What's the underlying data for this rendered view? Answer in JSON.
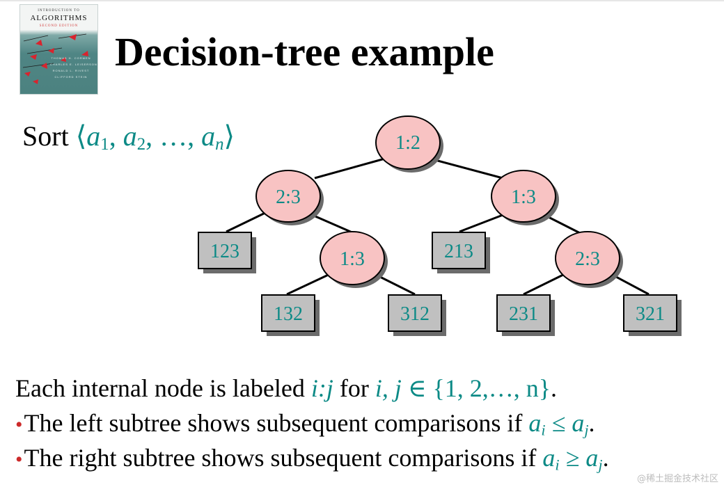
{
  "cover": {
    "kicker": "INTRODUCTION TO",
    "title": "ALGORITHMS",
    "edition": "SECOND EDITION",
    "authors": "THOMAS H. CORMEN\nCHARLES E. LEISERSON\nRONALD L. RIVEST\nCLIFFORD STEIN"
  },
  "title": "Decision-tree example",
  "sort": {
    "word": "Sort",
    "open": "⟨",
    "a": "a",
    "i1": "1",
    "i2": "2",
    "sep": ", ",
    "dots": "…, ",
    "in": "n",
    "close": "⟩"
  },
  "tree": {
    "internal_nodes": [
      "1:2",
      "2:3",
      "1:3",
      "1:3",
      "2:3"
    ],
    "leaves": [
      "123",
      "213",
      "132",
      "312",
      "231",
      "321"
    ],
    "colors": {
      "internal_fill": "#f8c3c3",
      "leaf_fill": "#c0c0c0",
      "label": "#0c8a86",
      "shadow": "#6b6b6b"
    }
  },
  "explanation": {
    "line1_a": "Each internal node is labeled ",
    "line1_ij": "i:j",
    "line1_b": " for ",
    "line1_vars": "i, j",
    "line1_in": " ∈ ",
    "line1_set": "{1, 2,…, n}",
    "line1_end": ".",
    "bullet": "•",
    "line2": "The left subtree shows subsequent comparisons if ",
    "line2_rel": "a_i ≤ a_j",
    "line3": "The right subtree shows subsequent comparisons if ",
    "line3_rel": "a_i ≥ a_j"
  },
  "watermark": "@稀土掘金技术社区"
}
